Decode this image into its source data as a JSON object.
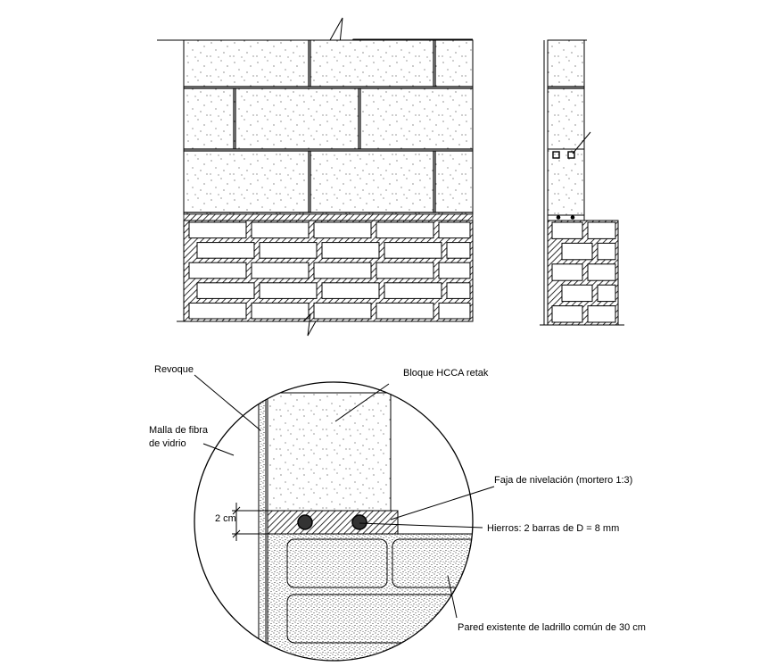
{
  "labels": {
    "revoque": "Revoque",
    "malla_line1": "Malla de fibra",
    "malla_line2": "de vidrio",
    "bloque": "Bloque HCCA retak",
    "faja": "Faja de nivelación (mortero 1:3)",
    "dim": "2 cm",
    "hierros": "Hierros: 2 barras de D = 8 mm",
    "pared": "Pared existente de ladrillo común de 30 cm"
  },
  "colors": {
    "line": "#000000",
    "background": "#ffffff",
    "hatch": "#000000"
  }
}
